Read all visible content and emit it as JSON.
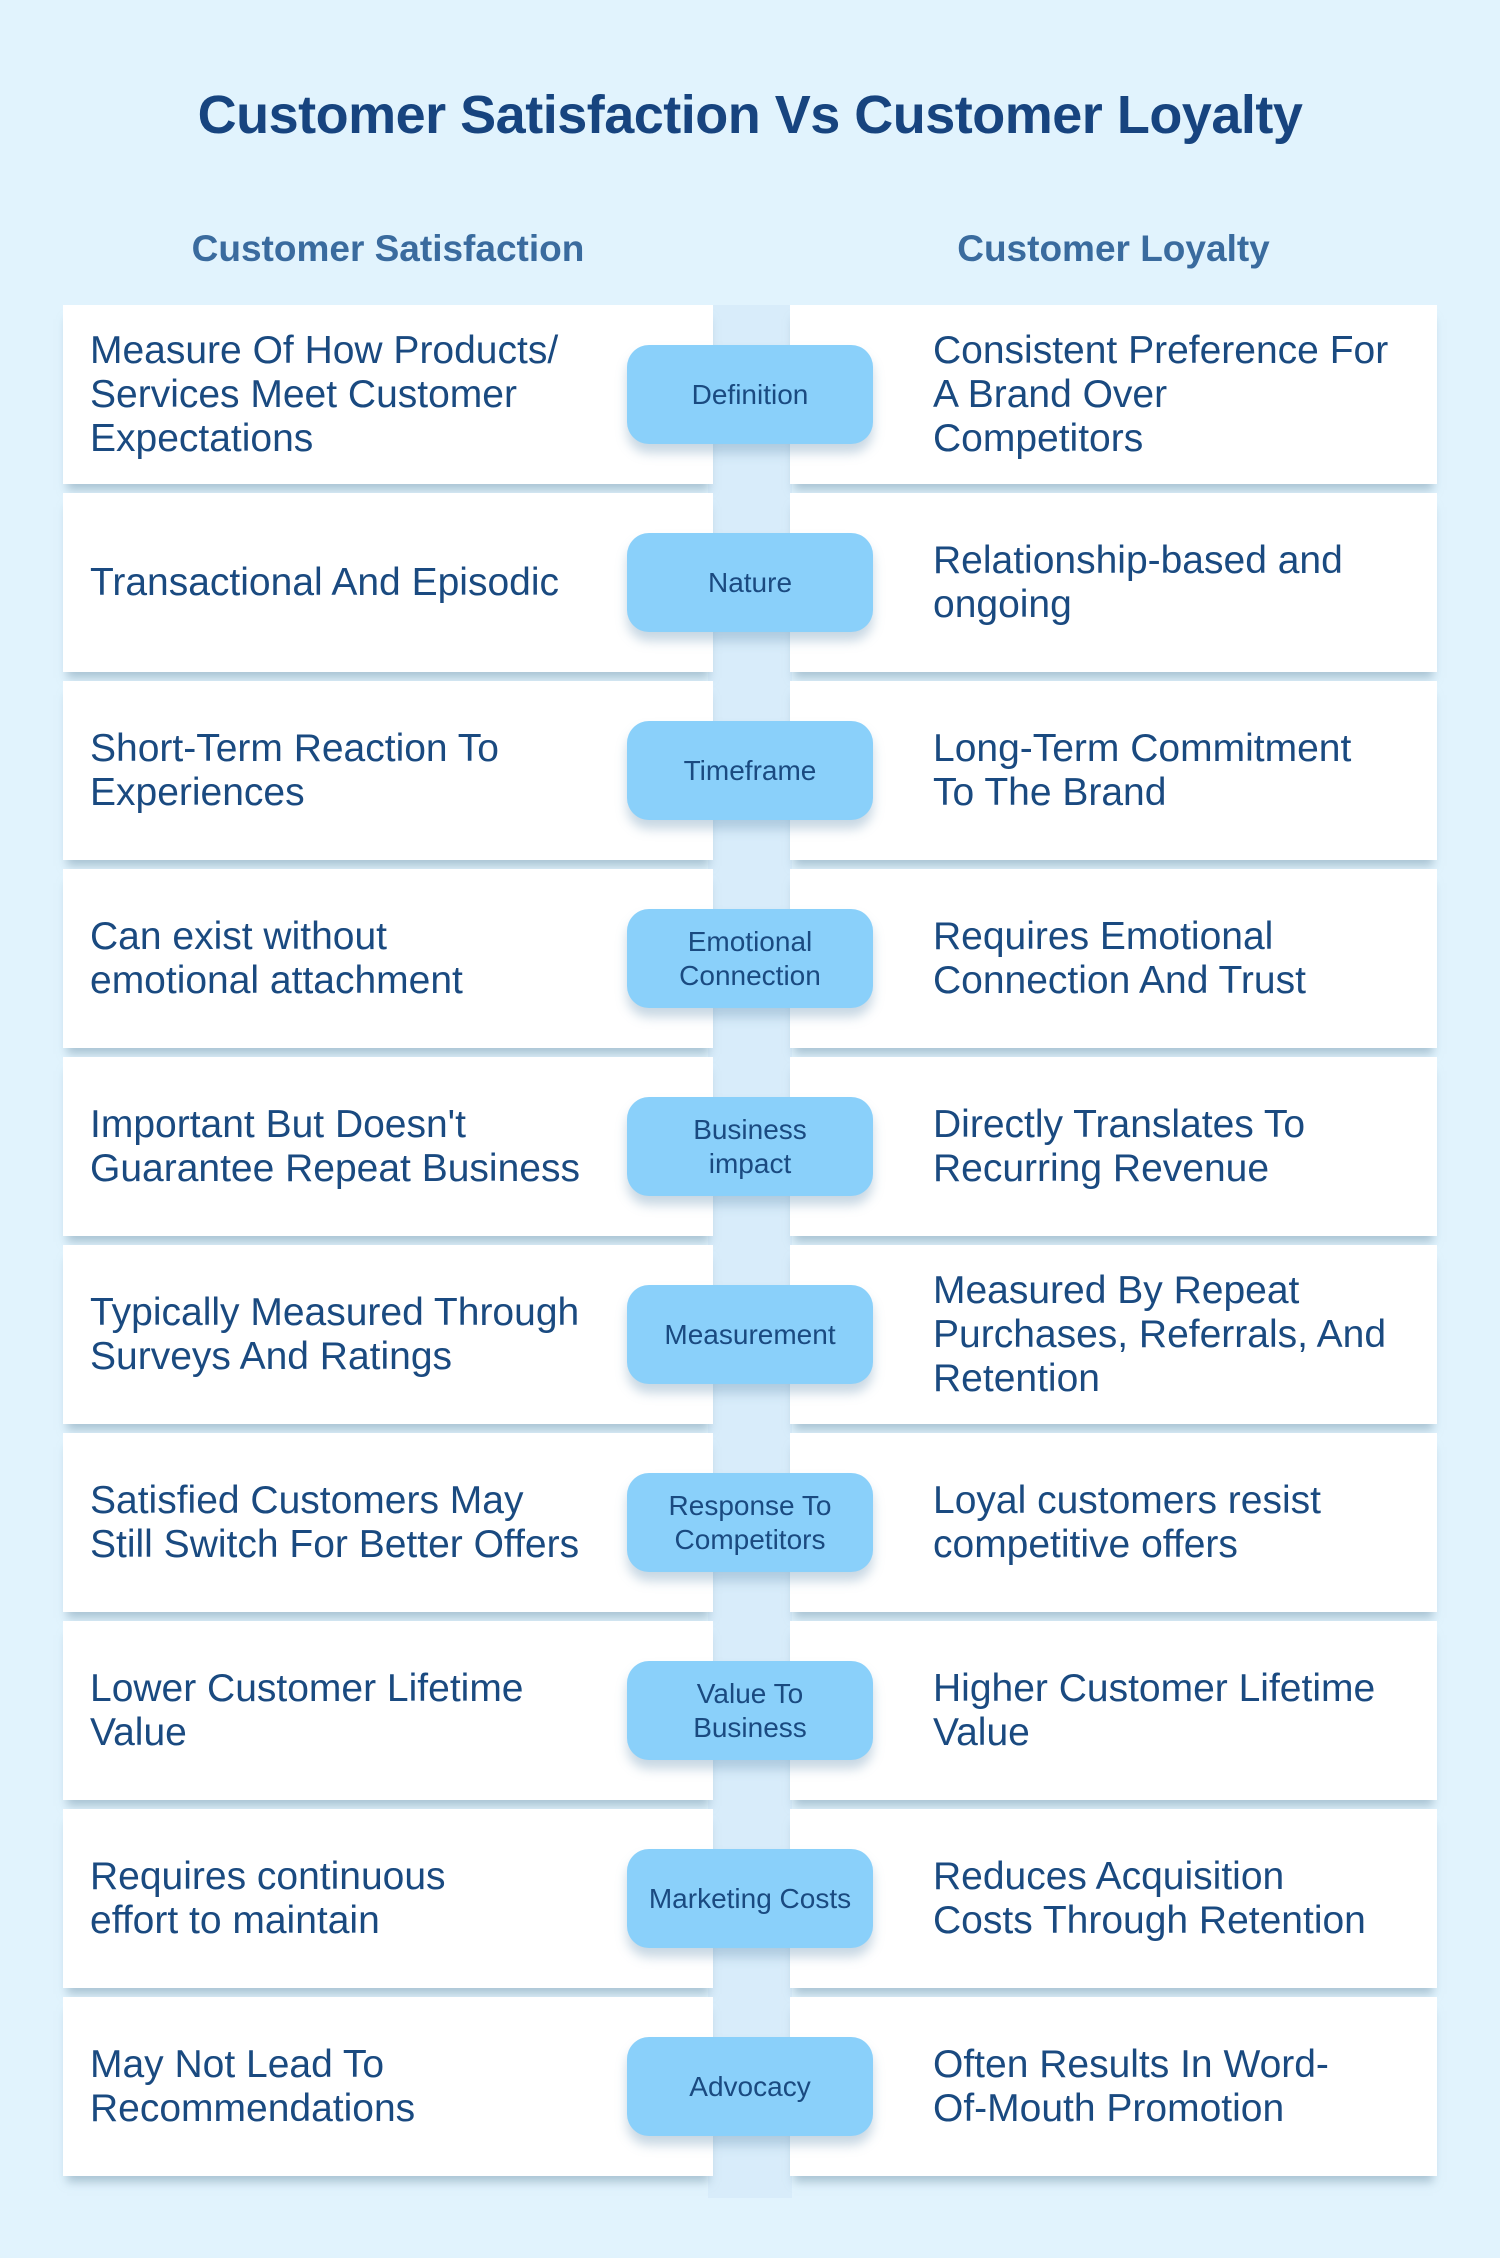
{
  "title": "Customer Satisfaction Vs Customer Loyalty",
  "columns": {
    "satisfaction": "Customer Satisfaction",
    "loyalty": "Customer Loyalty"
  },
  "rows": [
    {
      "label": "Definition",
      "satisfaction": "Measure Of How Products/\nServices Meet Customer\nExpectations",
      "loyalty": "Consistent Preference For\nA Brand Over\nCompetitors"
    },
    {
      "label": "Nature",
      "satisfaction": "Transactional And Episodic",
      "loyalty": "Relationship-based and\nongoing"
    },
    {
      "label": "Timeframe",
      "satisfaction": "Short-Term Reaction To\nExperiences",
      "loyalty": "Long-Term Commitment\nTo The Brand"
    },
    {
      "label": "Emotional\nConnection",
      "satisfaction": "Can exist without\nemotional attachment",
      "loyalty": "Requires Emotional\nConnection And Trust"
    },
    {
      "label": "Business\nimpact",
      "satisfaction": "Important But Doesn't\nGuarantee Repeat Business",
      "loyalty": "Directly Translates To\nRecurring Revenue"
    },
    {
      "label": "Measurement",
      "satisfaction": "Typically Measured Through\nSurveys And Ratings",
      "loyalty": "Measured By Repeat\nPurchases, Referrals, And\nRetention"
    },
    {
      "label": "Response To\nCompetitors",
      "satisfaction": "Satisfied Customers May\nStill Switch For Better Offers",
      "loyalty": "Loyal customers resist\ncompetitive offers"
    },
    {
      "label": "Value To\nBusiness",
      "satisfaction": "Lower Customer Lifetime\nValue",
      "loyalty": "Higher Customer Lifetime\nValue"
    },
    {
      "label": "Marketing Costs",
      "satisfaction": "Requires continuous\neffort to maintain",
      "loyalty": "Reduces Acquisition\nCosts Through Retention"
    },
    {
      "label": "Advocacy",
      "satisfaction": "May Not Lead To\nRecommendations",
      "loyalty": "Often Results In Word-\nOf-Mouth Promotion"
    }
  ],
  "colors": {
    "background": "#e1f3fd",
    "band": "#d8ecfa",
    "pill": "#8ad0fa",
    "card": "#ffffff",
    "title_text": "#17447f",
    "header_text": "#3a6b9e",
    "body_text": "#1a4a80"
  }
}
